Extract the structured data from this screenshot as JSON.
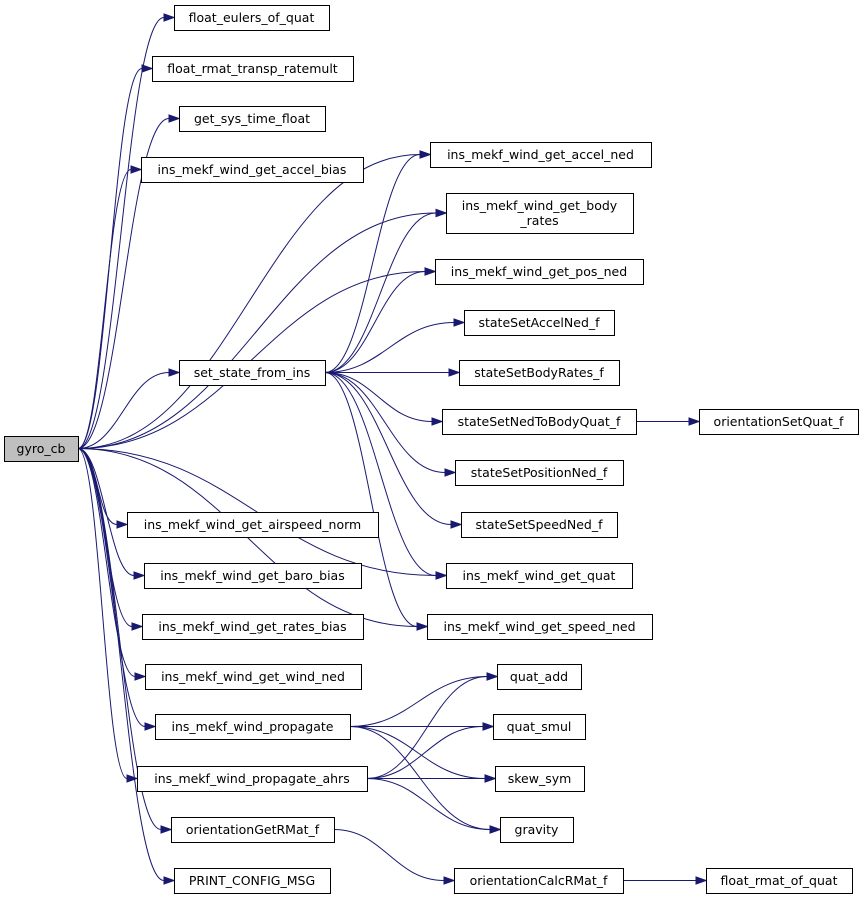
{
  "graph": {
    "accent_color": "#191970",
    "root_fill": "#bfbfbf",
    "nodes": [
      {
        "id": "gyro_cb",
        "label": [
          "gyro_cb"
        ],
        "root": true
      },
      {
        "id": "float_eulers_of_quat",
        "label": [
          "float_eulers_of_quat"
        ]
      },
      {
        "id": "float_rmat_transp_ratemult",
        "label": [
          "float_rmat_transp_ratemult"
        ]
      },
      {
        "id": "get_sys_time_float",
        "label": [
          "get_sys_time_float"
        ]
      },
      {
        "id": "ins_mekf_wind_get_accel_bias",
        "label": [
          "ins_mekf_wind_get_accel_bias"
        ]
      },
      {
        "id": "set_state_from_ins",
        "label": [
          "set_state_from_ins"
        ]
      },
      {
        "id": "ins_mekf_wind_get_airspeed_norm",
        "label": [
          "ins_mekf_wind_get_airspeed_norm"
        ]
      },
      {
        "id": "ins_mekf_wind_get_baro_bias",
        "label": [
          "ins_mekf_wind_get_baro_bias"
        ]
      },
      {
        "id": "ins_mekf_wind_get_rates_bias",
        "label": [
          "ins_mekf_wind_get_rates_bias"
        ]
      },
      {
        "id": "ins_mekf_wind_get_wind_ned",
        "label": [
          "ins_mekf_wind_get_wind_ned"
        ]
      },
      {
        "id": "ins_mekf_wind_propagate",
        "label": [
          "ins_mekf_wind_propagate"
        ]
      },
      {
        "id": "ins_mekf_wind_propagate_ahrs",
        "label": [
          "ins_mekf_wind_propagate_ahrs"
        ]
      },
      {
        "id": "orientationGetRMat_f",
        "label": [
          "orientationGetRMat_f"
        ]
      },
      {
        "id": "PRINT_CONFIG_MSG",
        "label": [
          "PRINT_CONFIG_MSG"
        ]
      },
      {
        "id": "ins_mekf_wind_get_accel_ned",
        "label": [
          "ins_mekf_wind_get_accel_ned"
        ]
      },
      {
        "id": "ins_mekf_wind_get_body_rates",
        "label": [
          "ins_mekf_wind_get_body",
          "_rates"
        ]
      },
      {
        "id": "ins_mekf_wind_get_pos_ned",
        "label": [
          "ins_mekf_wind_get_pos_ned"
        ]
      },
      {
        "id": "stateSetAccelNed_f",
        "label": [
          "stateSetAccelNed_f"
        ]
      },
      {
        "id": "stateSetBodyRates_f",
        "label": [
          "stateSetBodyRates_f"
        ]
      },
      {
        "id": "stateSetNedToBodyQuat_f",
        "label": [
          "stateSetNedToBodyQuat_f"
        ]
      },
      {
        "id": "stateSetPositionNed_f",
        "label": [
          "stateSetPositionNed_f"
        ]
      },
      {
        "id": "stateSetSpeedNed_f",
        "label": [
          "stateSetSpeedNed_f"
        ]
      },
      {
        "id": "ins_mekf_wind_get_quat",
        "label": [
          "ins_mekf_wind_get_quat"
        ]
      },
      {
        "id": "ins_mekf_wind_get_speed_ned",
        "label": [
          "ins_mekf_wind_get_speed_ned"
        ]
      },
      {
        "id": "orientationSetQuat_f",
        "label": [
          "orientationSetQuat_f"
        ]
      },
      {
        "id": "quat_add",
        "label": [
          "quat_add"
        ]
      },
      {
        "id": "quat_smul",
        "label": [
          "quat_smul"
        ]
      },
      {
        "id": "skew_sym",
        "label": [
          "skew_sym"
        ]
      },
      {
        "id": "gravity",
        "label": [
          "gravity"
        ]
      },
      {
        "id": "orientationCalcRMat_f",
        "label": [
          "orientationCalcRMat_f"
        ]
      },
      {
        "id": "float_rmat_of_quat",
        "label": [
          "float_rmat_of_quat"
        ]
      }
    ],
    "edges": [
      [
        "gyro_cb",
        "float_eulers_of_quat"
      ],
      [
        "gyro_cb",
        "float_rmat_transp_ratemult"
      ],
      [
        "gyro_cb",
        "get_sys_time_float"
      ],
      [
        "gyro_cb",
        "ins_mekf_wind_get_accel_bias"
      ],
      [
        "gyro_cb",
        "ins_mekf_wind_get_accel_ned"
      ],
      [
        "gyro_cb",
        "ins_mekf_wind_get_body_rates"
      ],
      [
        "gyro_cb",
        "ins_mekf_wind_get_pos_ned"
      ],
      [
        "gyro_cb",
        "set_state_from_ins"
      ],
      [
        "gyro_cb",
        "ins_mekf_wind_get_quat"
      ],
      [
        "gyro_cb",
        "ins_mekf_wind_get_speed_ned"
      ],
      [
        "gyro_cb",
        "ins_mekf_wind_get_airspeed_norm"
      ],
      [
        "gyro_cb",
        "ins_mekf_wind_get_baro_bias"
      ],
      [
        "gyro_cb",
        "ins_mekf_wind_get_rates_bias"
      ],
      [
        "gyro_cb",
        "ins_mekf_wind_get_wind_ned"
      ],
      [
        "gyro_cb",
        "ins_mekf_wind_propagate"
      ],
      [
        "gyro_cb",
        "ins_mekf_wind_propagate_ahrs"
      ],
      [
        "gyro_cb",
        "orientationGetRMat_f"
      ],
      [
        "gyro_cb",
        "PRINT_CONFIG_MSG"
      ],
      [
        "set_state_from_ins",
        "ins_mekf_wind_get_accel_ned"
      ],
      [
        "set_state_from_ins",
        "ins_mekf_wind_get_body_rates"
      ],
      [
        "set_state_from_ins",
        "ins_mekf_wind_get_pos_ned"
      ],
      [
        "set_state_from_ins",
        "stateSetAccelNed_f"
      ],
      [
        "set_state_from_ins",
        "stateSetBodyRates_f"
      ],
      [
        "set_state_from_ins",
        "stateSetNedToBodyQuat_f"
      ],
      [
        "set_state_from_ins",
        "stateSetPositionNed_f"
      ],
      [
        "set_state_from_ins",
        "stateSetSpeedNed_f"
      ],
      [
        "set_state_from_ins",
        "ins_mekf_wind_get_quat"
      ],
      [
        "set_state_from_ins",
        "ins_mekf_wind_get_speed_ned"
      ],
      [
        "stateSetNedToBodyQuat_f",
        "orientationSetQuat_f"
      ],
      [
        "ins_mekf_wind_propagate",
        "quat_add"
      ],
      [
        "ins_mekf_wind_propagate",
        "quat_smul"
      ],
      [
        "ins_mekf_wind_propagate",
        "skew_sym"
      ],
      [
        "ins_mekf_wind_propagate",
        "gravity"
      ],
      [
        "ins_mekf_wind_propagate_ahrs",
        "quat_add"
      ],
      [
        "ins_mekf_wind_propagate_ahrs",
        "quat_smul"
      ],
      [
        "ins_mekf_wind_propagate_ahrs",
        "skew_sym"
      ],
      [
        "ins_mekf_wind_propagate_ahrs",
        "gravity"
      ],
      [
        "orientationGetRMat_f",
        "orientationCalcRMat_f"
      ],
      [
        "orientationCalcRMat_f",
        "float_rmat_of_quat"
      ]
    ]
  }
}
